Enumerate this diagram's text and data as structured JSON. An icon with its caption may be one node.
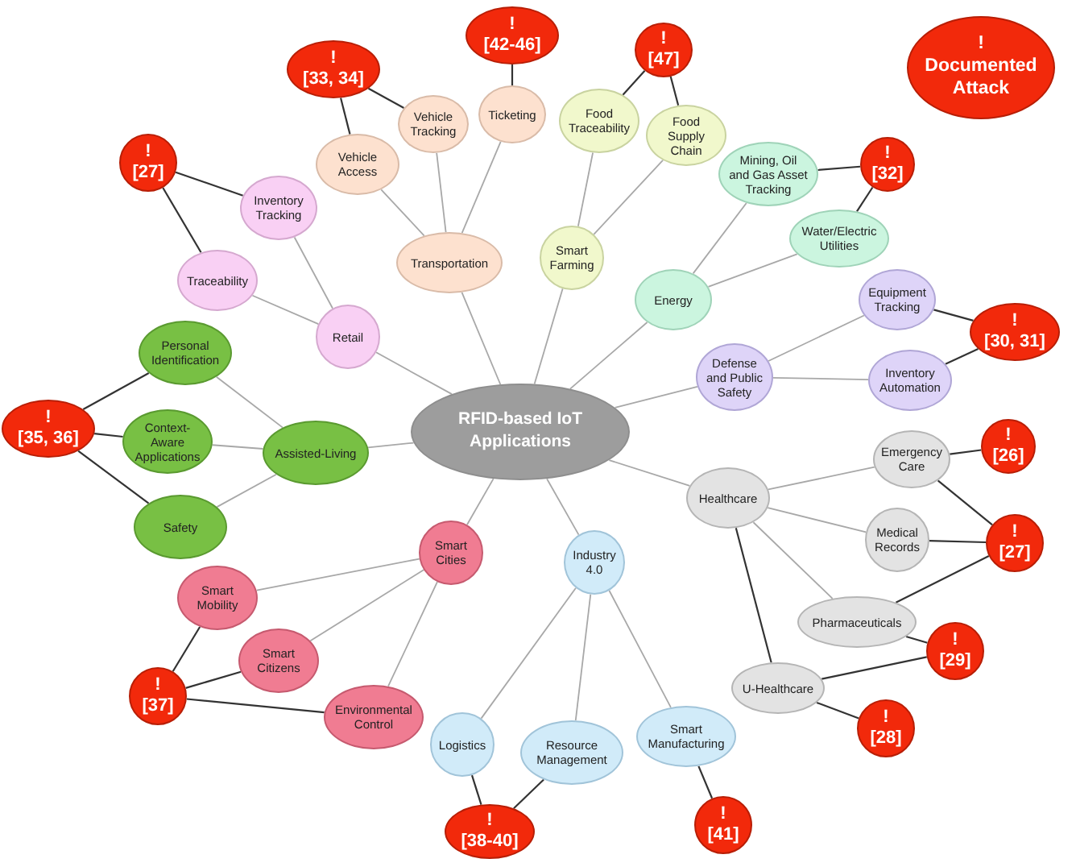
{
  "diagram": {
    "nodes": [
      {
        "text": [
          "RFID-based IoT Applications"
        ]
      },
      {
        "text": [
          "Transportation"
        ]
      },
      {
        "text": [
          "Vehicle Access"
        ]
      },
      {
        "text": [
          "Vehicle Tracking"
        ]
      },
      {
        "text": [
          "Ticketing"
        ]
      },
      {
        "text": [
          "!",
          "[33, 34]"
        ]
      },
      {
        "text": [
          "!",
          "[42-46]"
        ]
      },
      {
        "text": [
          "Retail"
        ]
      },
      {
        "text": [
          "Inventory Tracking"
        ]
      },
      {
        "text": [
          "Traceability"
        ]
      },
      {
        "text": [
          "!",
          "[27]"
        ]
      },
      {
        "text": [
          "Smart Farming"
        ]
      },
      {
        "text": [
          "Food Traceability"
        ]
      },
      {
        "text": [
          "Food Supply Chain"
        ]
      },
      {
        "text": [
          "!",
          "[47]"
        ]
      },
      {
        "text": [
          "Energy"
        ]
      },
      {
        "text": [
          "Mining, Oil and Gas Asset Tracking"
        ]
      },
      {
        "text": [
          "Water/Electric Utilities"
        ]
      },
      {
        "text": [
          "!",
          "[32]"
        ]
      },
      {
        "text": [
          "Defense and Public Safety"
        ]
      },
      {
        "text": [
          "Equipment Tracking"
        ]
      },
      {
        "text": [
          "Inventory Automation"
        ]
      },
      {
        "text": [
          "!",
          "[30, 31]"
        ]
      },
      {
        "text": [
          "Healthcare"
        ]
      },
      {
        "text": [
          "Emergency Care"
        ]
      },
      {
        "text": [
          "Medical Records"
        ]
      },
      {
        "text": [
          "Pharmaceuticals"
        ]
      },
      {
        "text": [
          "U-Healthcare"
        ]
      },
      {
        "text": [
          "!",
          "[26]"
        ]
      },
      {
        "text": [
          "!",
          "[27]"
        ]
      },
      {
        "text": [
          "!",
          "[29]"
        ]
      },
      {
        "text": [
          "!",
          "[28]"
        ]
      },
      {
        "text": [
          "Industry 4.0"
        ]
      },
      {
        "text": [
          "Logistics"
        ]
      },
      {
        "text": [
          "Resource Management"
        ]
      },
      {
        "text": [
          "Smart Manufacturing"
        ]
      },
      {
        "text": [
          "!",
          "[38-40]"
        ]
      },
      {
        "text": [
          "!",
          "[41]"
        ]
      },
      {
        "text": [
          "Smart Cities"
        ]
      },
      {
        "text": [
          "Smart Mobility"
        ]
      },
      {
        "text": [
          "Smart Citizens"
        ]
      },
      {
        "text": [
          "Environmental Control"
        ]
      },
      {
        "text": [
          "!",
          "[37]"
        ]
      },
      {
        "text": [
          "Assisted-Living"
        ]
      },
      {
        "text": [
          "Personal Identification"
        ]
      },
      {
        "text": [
          "Context-Aware Applications"
        ]
      },
      {
        "text": [
          "Safety"
        ]
      },
      {
        "text": [
          "!",
          "[35, 36]"
        ]
      },
      {
        "text": [
          "!",
          "Documented Attack"
        ]
      }
    ],
    "edges": [
      {
        "from": 0,
        "to": 1,
        "arrow": "none"
      },
      {
        "from": 0,
        "to": 7,
        "arrow": "none"
      },
      {
        "from": 0,
        "to": 11,
        "arrow": "none"
      },
      {
        "from": 0,
        "to": 15,
        "arrow": "none"
      },
      {
        "from": 0,
        "to": 19,
        "arrow": "none"
      },
      {
        "from": 0,
        "to": 23,
        "arrow": "none"
      },
      {
        "from": 0,
        "to": 32,
        "arrow": "none"
      },
      {
        "from": 0,
        "to": 38,
        "arrow": "none"
      },
      {
        "from": 0,
        "to": 43,
        "arrow": "none"
      },
      {
        "from": 1,
        "to": 2,
        "arrow": "none"
      },
      {
        "from": 1,
        "to": 3,
        "arrow": "none"
      },
      {
        "from": 1,
        "to": 4,
        "arrow": "none"
      },
      {
        "from": 2,
        "to": 5,
        "arrow": "none",
        "color": "#333333"
      },
      {
        "from": 3,
        "to": 5,
        "arrow": "none",
        "color": "#333333"
      },
      {
        "from": 4,
        "to": 6,
        "arrow": "none",
        "color": "#333333"
      },
      {
        "from": 7,
        "to": 8,
        "arrow": "none"
      },
      {
        "from": 7,
        "to": 9,
        "arrow": "none"
      },
      {
        "from": 8,
        "to": 10,
        "arrow": "none",
        "color": "#333333"
      },
      {
        "from": 9,
        "to": 10,
        "arrow": "none",
        "color": "#333333"
      },
      {
        "from": 11,
        "to": 12,
        "arrow": "none"
      },
      {
        "from": 11,
        "to": 13,
        "arrow": "none"
      },
      {
        "from": 12,
        "to": 14,
        "arrow": "none",
        "color": "#333333"
      },
      {
        "from": 13,
        "to": 14,
        "arrow": "none",
        "color": "#333333"
      },
      {
        "from": 15,
        "to": 16,
        "arrow": "none"
      },
      {
        "from": 15,
        "to": 17,
        "arrow": "none"
      },
      {
        "from": 16,
        "to": 18,
        "arrow": "none",
        "color": "#333333"
      },
      {
        "from": 17,
        "to": 18,
        "arrow": "none",
        "color": "#333333"
      },
      {
        "from": 19,
        "to": 20,
        "arrow": "none"
      },
      {
        "from": 19,
        "to": 21,
        "arrow": "none"
      },
      {
        "from": 20,
        "to": 22,
        "arrow": "none",
        "color": "#333333"
      },
      {
        "from": 21,
        "to": 22,
        "arrow": "none",
        "color": "#333333"
      },
      {
        "from": 23,
        "to": 24,
        "arrow": "none"
      },
      {
        "from": 23,
        "to": 25,
        "arrow": "none"
      },
      {
        "from": 23,
        "to": 26,
        "arrow": "none"
      },
      {
        "from": 23,
        "to": 27,
        "arrow": "none",
        "color": "#333333"
      },
      {
        "from": 24,
        "to": 28,
        "arrow": "none",
        "color": "#333333"
      },
      {
        "from": 24,
        "to": 29,
        "arrow": "none",
        "color": "#333333"
      },
      {
        "from": 25,
        "to": 29,
        "arrow": "none",
        "color": "#333333"
      },
      {
        "from": 26,
        "to": 29,
        "arrow": "none",
        "color": "#333333"
      },
      {
        "from": 26,
        "to": 30,
        "arrow": "none",
        "color": "#333333"
      },
      {
        "from": 27,
        "to": 30,
        "arrow": "none",
        "color": "#333333"
      },
      {
        "from": 27,
        "to": 31,
        "arrow": "none",
        "color": "#333333"
      },
      {
        "from": 32,
        "to": 33,
        "arrow": "none"
      },
      {
        "from": 32,
        "to": 34,
        "arrow": "none"
      },
      {
        "from": 32,
        "to": 35,
        "arrow": "none"
      },
      {
        "from": 33,
        "to": 36,
        "arrow": "none",
        "color": "#333333"
      },
      {
        "from": 34,
        "to": 36,
        "arrow": "none",
        "color": "#333333"
      },
      {
        "from": 35,
        "to": 37,
        "arrow": "none",
        "color": "#333333"
      },
      {
        "from": 38,
        "to": 39,
        "arrow": "none"
      },
      {
        "from": 38,
        "to": 40,
        "arrow": "none"
      },
      {
        "from": 38,
        "to": 41,
        "arrow": "none"
      },
      {
        "from": 39,
        "to": 42,
        "arrow": "none",
        "color": "#333333"
      },
      {
        "from": 40,
        "to": 42,
        "arrow": "none",
        "color": "#333333"
      },
      {
        "from": 41,
        "to": 42,
        "arrow": "none",
        "color": "#333333"
      },
      {
        "from": 43,
        "to": 44,
        "arrow": "none"
      },
      {
        "from": 43,
        "to": 45,
        "arrow": "none"
      },
      {
        "from": 43,
        "to": 46,
        "arrow": "none"
      },
      {
        "from": 44,
        "to": 47,
        "arrow": "none",
        "color": "#333333"
      },
      {
        "from": 45,
        "to": 47,
        "arrow": "none",
        "color": "#333333"
      },
      {
        "from": 46,
        "to": 47,
        "arrow": "none",
        "color": "#333333"
      }
    ]
  }
}
